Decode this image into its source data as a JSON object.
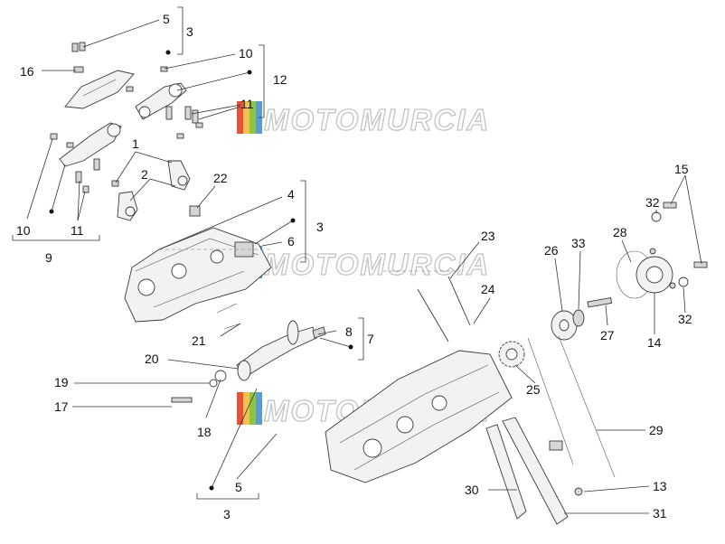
{
  "watermark": {
    "text": "MOTOMURCIA",
    "colors": [
      "#e5533c",
      "#f2c14e",
      "#8cc63f",
      "#5b9bd5"
    ]
  },
  "callouts": {
    "c3a": "3",
    "c5a": "5",
    "c16": "16",
    "c10a": "10",
    "c12": "12",
    "c11a": "11",
    "c10b": "10",
    "c11b": "11",
    "c9": "9",
    "c1": "1",
    "c2": "2",
    "c22": "22",
    "c4": "4",
    "c3b": "3",
    "c6": "6",
    "c21": "21",
    "c8": "8",
    "c7": "7",
    "c20": "20",
    "c19": "19",
    "c17": "17",
    "c18": "18",
    "c5b": "5",
    "c3c": "3",
    "c23": "23",
    "c24": "24",
    "c25": "25",
    "c26": "26",
    "c33": "33",
    "c28": "28",
    "c32a": "32",
    "c15": "15",
    "c27": "27",
    "c14": "14",
    "c32b": "32",
    "c29": "29",
    "c13": "13",
    "c30": "30",
    "c31": "31"
  }
}
